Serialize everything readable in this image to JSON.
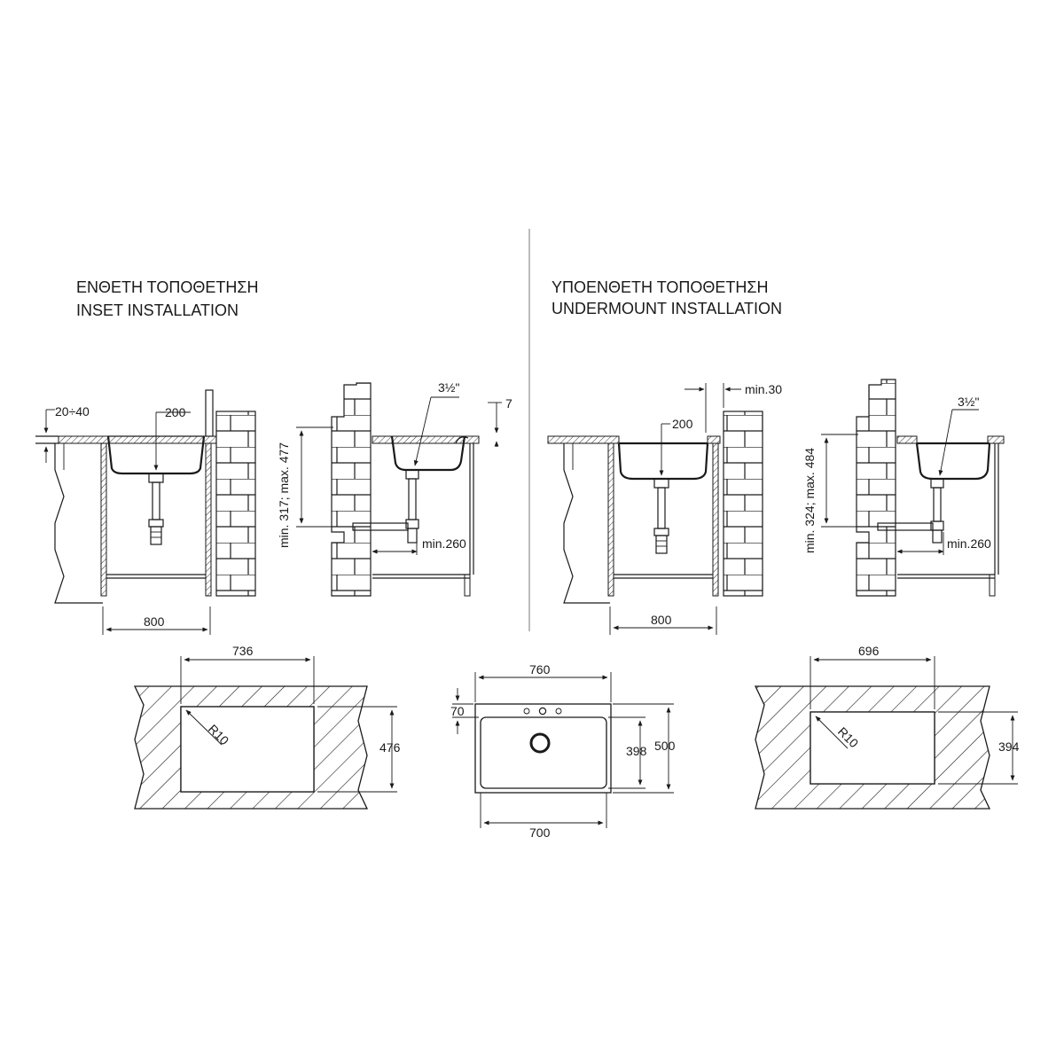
{
  "inset": {
    "title_gr": "ΕΝΘΕΤΗ ΤΟΠΟΘΕΤΗΣΗ",
    "title_en": "INSET INSTALLATION",
    "thickness": "20÷40",
    "drain_offset": "200",
    "cabinet_width": "800",
    "pipe_size": "3½\"",
    "rim": "7",
    "height_range": "min. 317; max. 477",
    "wall_distance": "min.260"
  },
  "undermount": {
    "title_gr": "ΥΠΟΕΝΘΕΤΗ ΤΟΠΟΘΕΤΗΣΗ",
    "title_en": "UNDERMOUNT INSTALLATION",
    "overhang": "min.30",
    "drain_offset": "200",
    "cabinet_width": "800",
    "pipe_size": "3½\"",
    "height_range": "min. 324; max. 484",
    "wall_distance": "min.260"
  },
  "cutout_inset": {
    "width": "736",
    "height": "476",
    "radius": "R10"
  },
  "sink_top": {
    "outer_width": "760",
    "inner_width": "700",
    "tap_zone": "70",
    "bowl_depth": "398",
    "outer_depth": "500"
  },
  "cutout_under": {
    "width": "696",
    "height": "394",
    "radius": "R10"
  }
}
